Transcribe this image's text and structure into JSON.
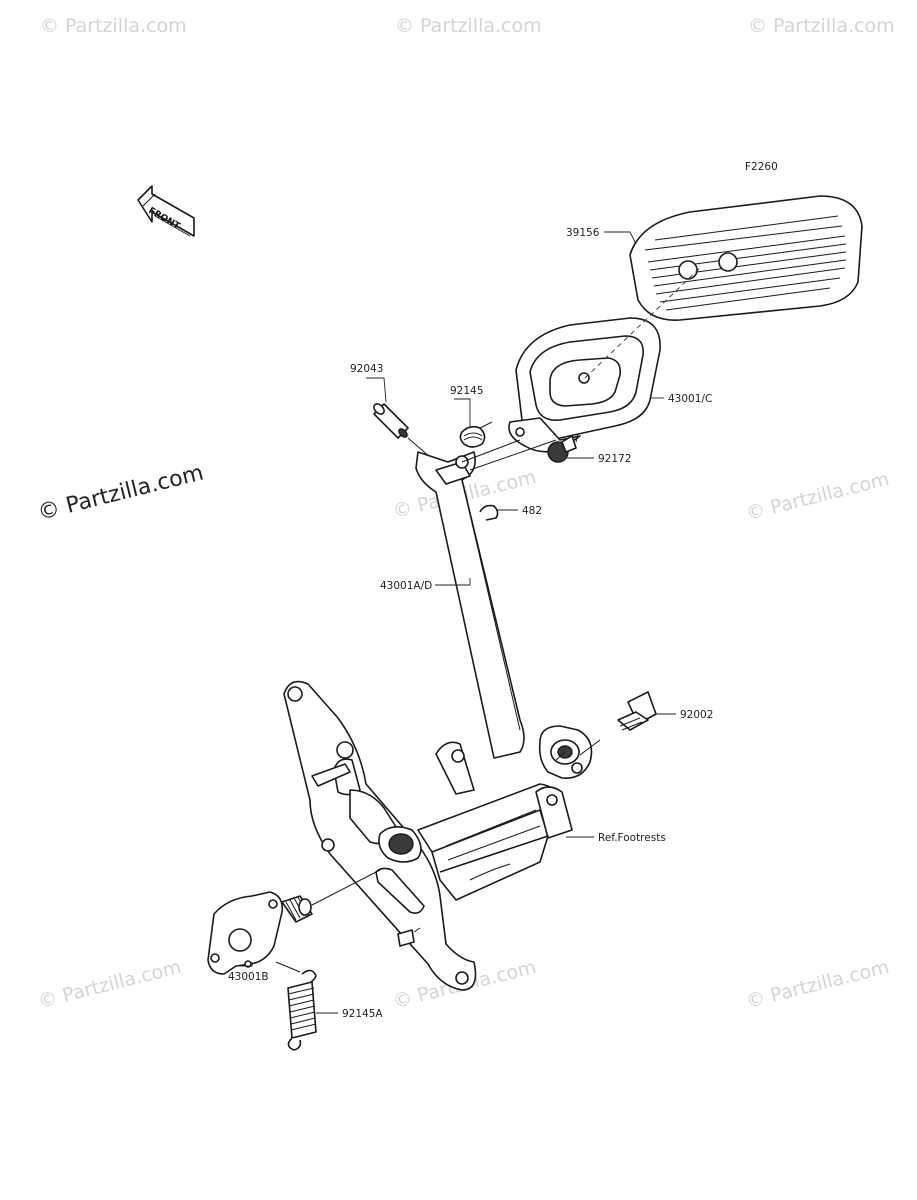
{
  "diagram": {
    "code": "F2260",
    "front_arrow_label": "FRONT",
    "watermark_text": "© Partzilla.com",
    "watermark_main": "© Partzilla.com",
    "callouts": [
      {
        "id": "39156",
        "label": "39156"
      },
      {
        "id": "92043",
        "label": "92043"
      },
      {
        "id": "92145",
        "label": "92145"
      },
      {
        "id": "43001C",
        "label": "43001/C"
      },
      {
        "id": "92172",
        "label": "92172"
      },
      {
        "id": "482",
        "label": "482"
      },
      {
        "id": "43001AD",
        "label": "43001A/D"
      },
      {
        "id": "92002",
        "label": "92002"
      },
      {
        "id": "ref-footrests",
        "label": "Ref.Footrests"
      },
      {
        "id": "43001B",
        "label": "43001B"
      },
      {
        "id": "92145A",
        "label": "92145A"
      }
    ]
  }
}
